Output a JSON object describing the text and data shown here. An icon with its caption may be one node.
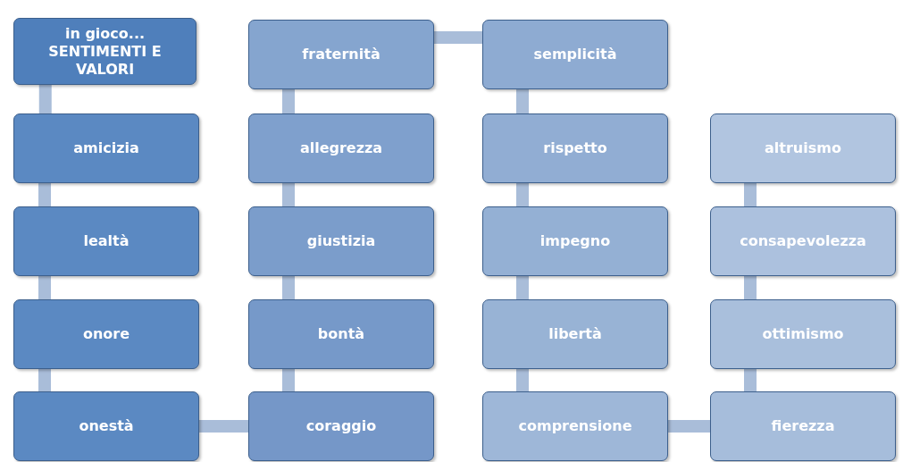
{
  "diagram": {
    "nodes": [
      {
        "text": [
          "in gioco... SENTIMENTI E VALORI"
        ]
      },
      {
        "text": [
          "amicizia"
        ]
      },
      {
        "text": [
          "lealtà"
        ]
      },
      {
        "text": [
          "onore"
        ]
      },
      {
        "text": [
          "onestà"
        ]
      },
      {
        "text": [
          "coraggio"
        ]
      },
      {
        "text": [
          "bontà"
        ]
      },
      {
        "text": [
          "giustizia"
        ]
      },
      {
        "text": [
          "allegrezza"
        ]
      },
      {
        "text": [
          "fraternità"
        ]
      },
      {
        "text": [
          "semplicità"
        ]
      },
      {
        "text": [
          "rispetto"
        ]
      },
      {
        "text": [
          "impegno"
        ]
      },
      {
        "text": [
          "libertà"
        ]
      },
      {
        "text": [
          "comprensione"
        ]
      },
      {
        "text": [
          "fierezza"
        ]
      },
      {
        "text": [
          "ottimismo"
        ]
      },
      {
        "text": [
          "consapevolezza"
        ]
      },
      {
        "text": [
          "altruismo"
        ]
      }
    ],
    "edges": [
      {
        "from": 0,
        "to": 1,
        "arrow": "none"
      },
      {
        "from": 1,
        "to": 2,
        "arrow": "none"
      },
      {
        "from": 2,
        "to": 3,
        "arrow": "none"
      },
      {
        "from": 3,
        "to": 4,
        "arrow": "none"
      },
      {
        "from": 4,
        "to": 5,
        "arrow": "none"
      },
      {
        "from": 5,
        "to": 6,
        "arrow": "none"
      },
      {
        "from": 6,
        "to": 7,
        "arrow": "none"
      },
      {
        "from": 7,
        "to": 8,
        "arrow": "none"
      },
      {
        "from": 8,
        "to": 9,
        "arrow": "none"
      },
      {
        "from": 9,
        "to": 10,
        "arrow": "none"
      },
      {
        "from": 10,
        "to": 11,
        "arrow": "none"
      },
      {
        "from": 11,
        "to": 12,
        "arrow": "none"
      },
      {
        "from": 12,
        "to": 13,
        "arrow": "none"
      },
      {
        "from": 13,
        "to": 14,
        "arrow": "none"
      },
      {
        "from": 14,
        "to": 15,
        "arrow": "none"
      },
      {
        "from": 15,
        "to": 16,
        "arrow": "none"
      },
      {
        "from": 16,
        "to": 17,
        "arrow": "none"
      },
      {
        "from": 17,
        "to": 18,
        "arrow": "none"
      }
    ]
  }
}
